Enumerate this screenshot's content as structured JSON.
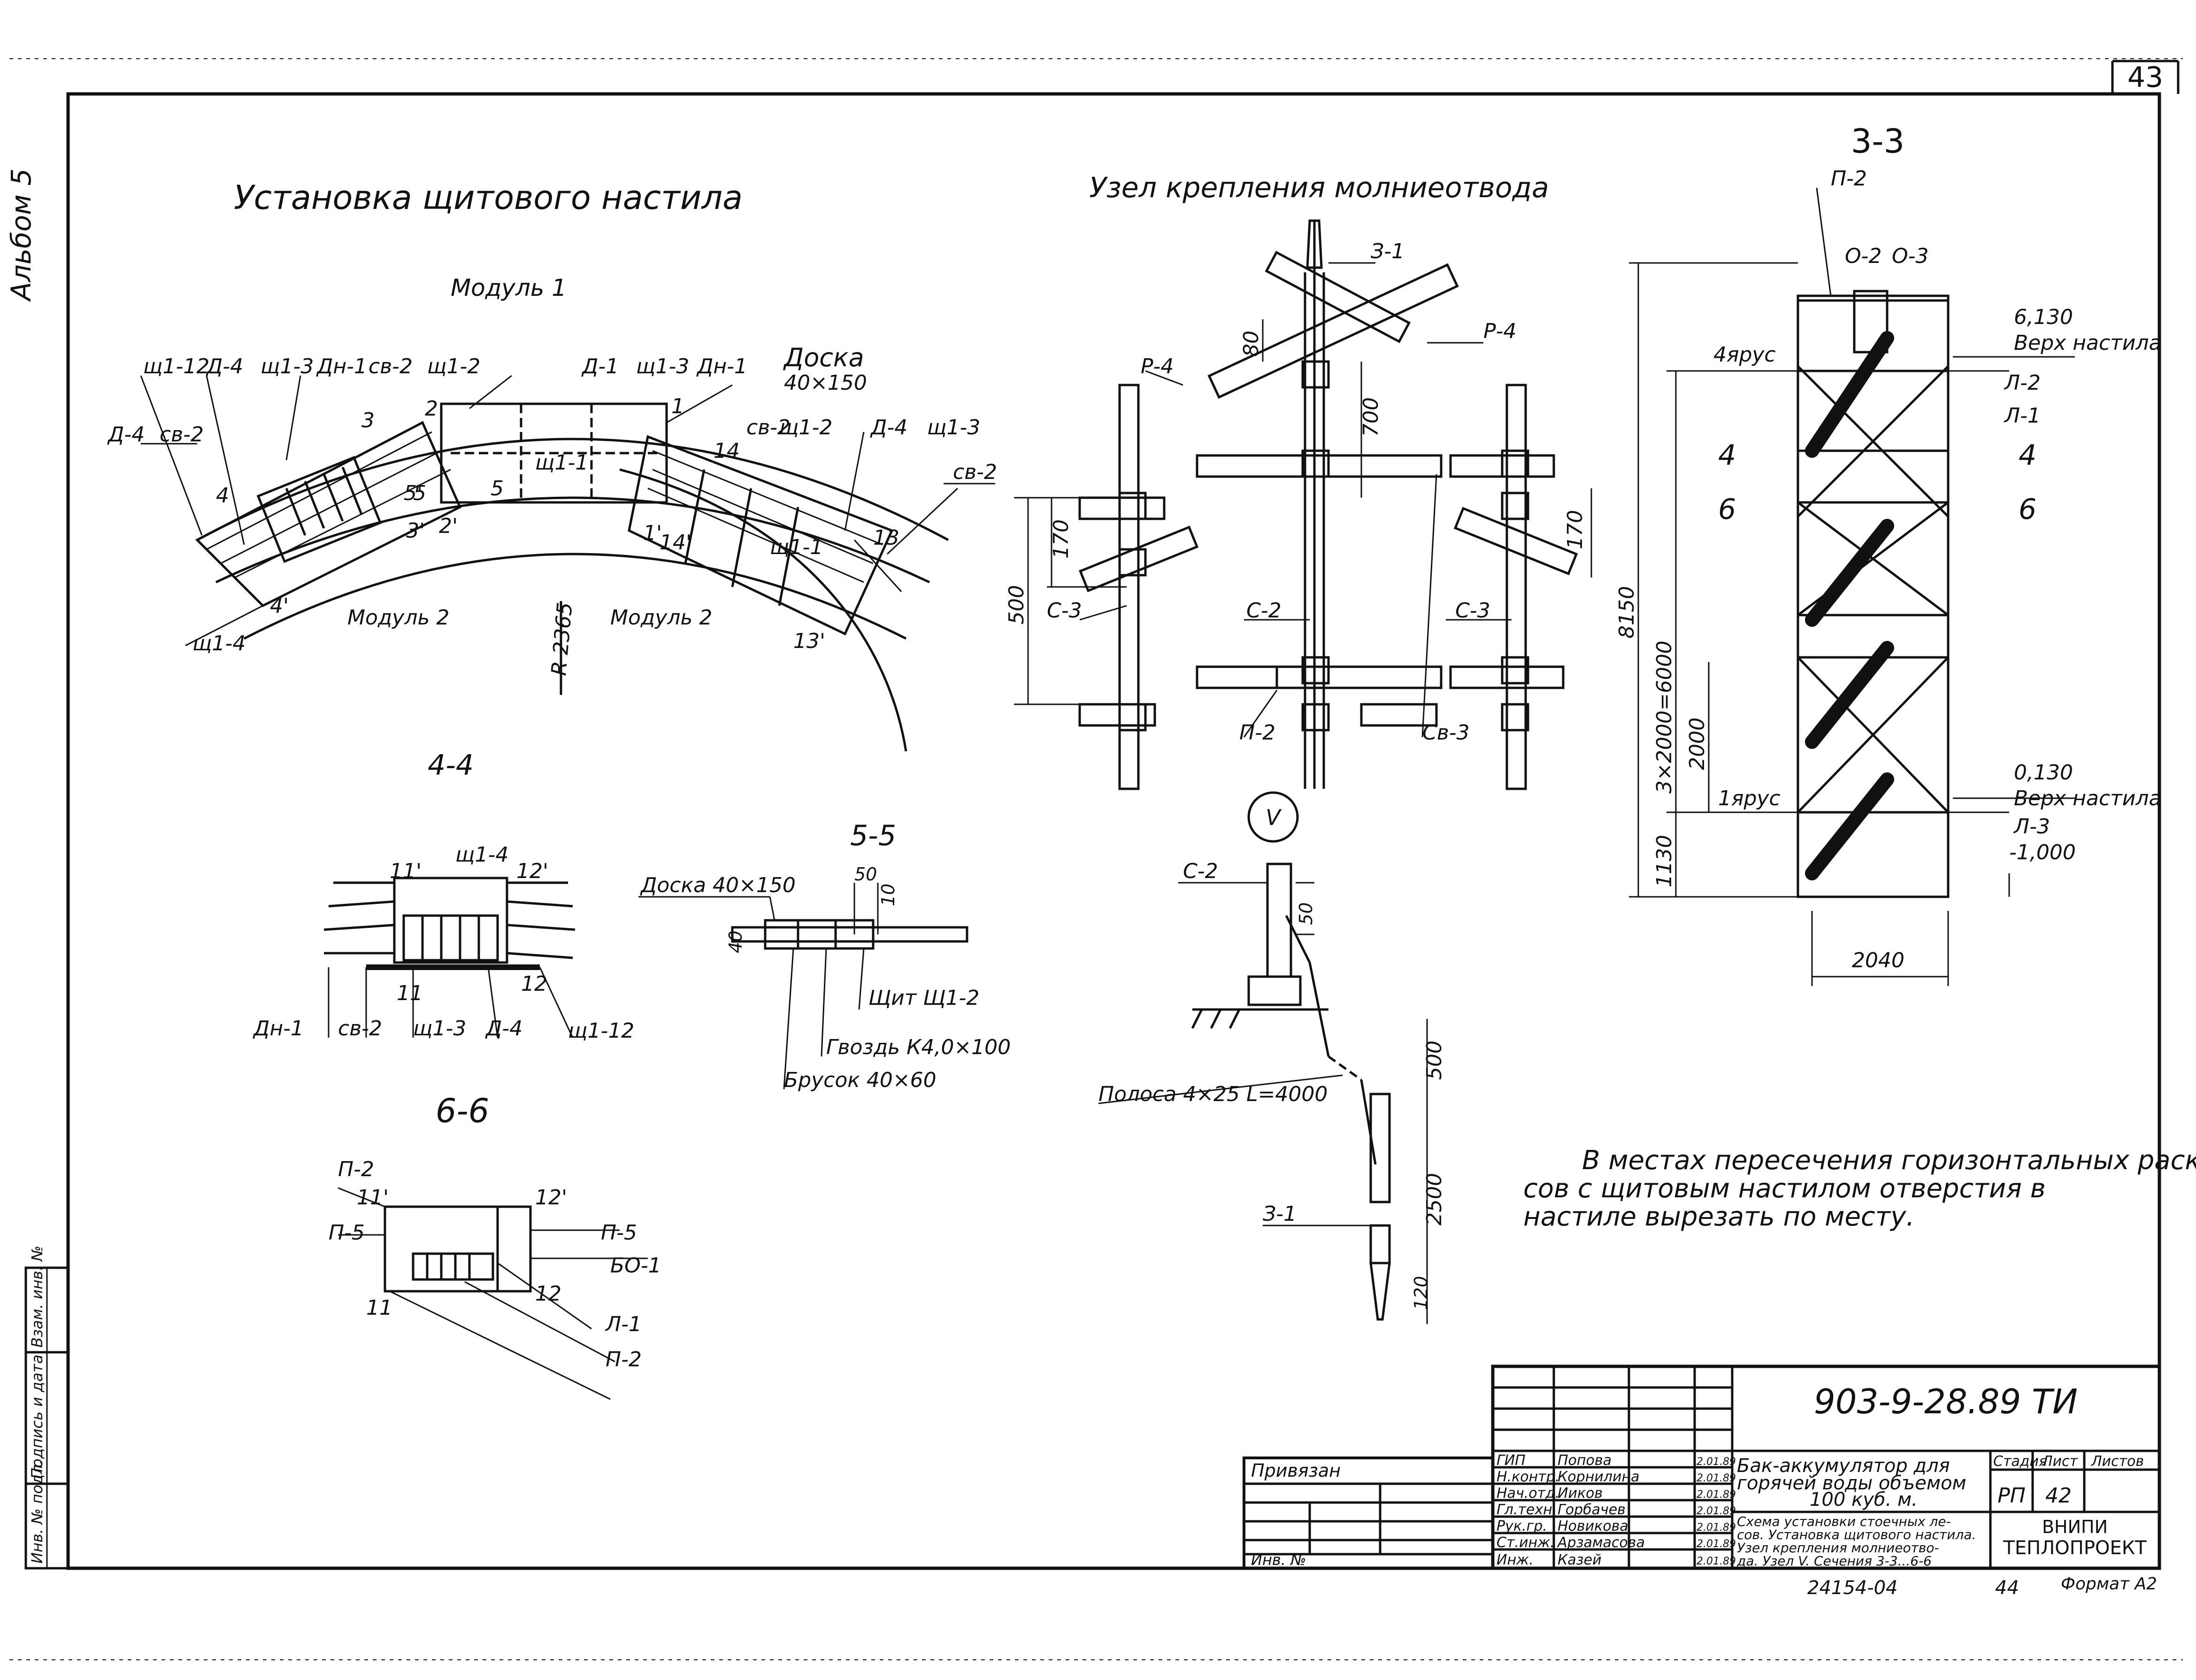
{
  "sheet": {
    "page_number": "43",
    "album": "Альбом 5",
    "doc_code": "903-9-28.89 ТИ",
    "inventory_number": "24154-04",
    "format_number": "44",
    "format": "Формат А2",
    "note": "В местах пересечения горизонтальных раскосов с щитовым настилом отверстия в настиле вырезать по месту.",
    "note_lines": [
      "В местах пересечения горизонтальных раско-",
      "сов с щитовым настилом отверстия в",
      "настиле вырезать по месту."
    ],
    "side_stamp": [
      "Инв. № подл.",
      "Подпись и дата",
      "Взам. инв. №"
    ]
  },
  "views": {
    "plan": {
      "title": "Установка щитового настила",
      "labels": {
        "module1": "Модуль 1",
        "module2a": "Модуль 2",
        "module2b": "Модуль 2",
        "doska": "Доска",
        "doska_size": "40×150",
        "radius": "R 2365",
        "sch1_12": "щ1-12",
        "d4a": "Д-4",
        "sch1_3a": "щ1-3",
        "dn1a": "Дн-1",
        "sv2a": "св-2",
        "sch1_2a": "щ1-2",
        "d1": "Д-1",
        "sch1_3b": "щ1-3",
        "dn1b": "Дн-1",
        "d4b": "Д-4",
        "sv2b": "св-2",
        "sch1_1a": "щ1-1",
        "sv2c": "св-2",
        "sch1_2b": "щ1-2",
        "d4c": "Д-4",
        "sch1_3c": "щ1-3",
        "sv2d": "св-2",
        "sch1_1b": "щ1-1",
        "sch1_4": "щ1-4",
        "n1": "1",
        "n2": "2",
        "n3": "3",
        "n4": "4",
        "n5": "5",
        "n5b": "5",
        "n13": "13",
        "n14": "14",
        "p1": "1'",
        "p2": "2'",
        "p3": "3'",
        "p4": "4'",
        "p5": "5'",
        "p13": "13'",
        "p14": "14'"
      }
    },
    "node": {
      "title": "Узел крепления молниеотвода",
      "labels": {
        "z1": "З-1",
        "r4a": "Р-4",
        "r4b": "Р-4",
        "s3a": "С-3",
        "s2": "С-2",
        "s3b": "С-3",
        "p2": "П-2",
        "sv3": "Св-3",
        "dim80": "80",
        "dim700": "700",
        "dim170a": "170",
        "dim170b": "170",
        "dim500": "500",
        "callout": "V"
      }
    },
    "section33": {
      "title": "3-3",
      "labels": {
        "p2": "П-2",
        "o2": "О-2",
        "o3": "О-3",
        "el_top": "6,130",
        "top_note": "Верх настила",
        "tier4": "4ярус",
        "l2": "Л-2",
        "l1": "Л-1",
        "cut4l": "4",
        "cut4r": "4",
        "cut6l": "6",
        "cut6r": "6",
        "dim8150": "8150",
        "dim6000": "3×2000=6000",
        "dim2000": "2000",
        "dim1130": "1130",
        "tier1": "1ярус",
        "el_bot": "0,130",
        "bot_note": "Верх настила",
        "l3": "Л-3",
        "el_ground": "-1,000",
        "dim2040": "2040"
      }
    },
    "section44": {
      "title": "4-4",
      "labels": {
        "sch1_4": "щ1-4",
        "n11p": "11'",
        "n12p": "12'",
        "n11": "11",
        "n12": "12",
        "dn1": "Дн-1",
        "sv2": "св-2",
        "sch1_3": "щ1-3",
        "d4": "Д-4",
        "sch1_12": "щ1-12"
      }
    },
    "section55": {
      "title": "5-5",
      "labels": {
        "doska": "Доска 40×150",
        "dim50": "50",
        "dim10": "10",
        "dim40": "40",
        "shield": "Щит Щ1-2",
        "nail": "Гвоздь К4,0×100",
        "bar": "Брусок 40×60"
      }
    },
    "section66": {
      "title": "6-6",
      "labels": {
        "p2a": "П-2",
        "n11p": "11'",
        "n12p": "12'",
        "p5a": "П-5",
        "p5b": "П-5",
        "bo1": "БО-1",
        "n11": "11",
        "n12": "12",
        "l1": "Л-1",
        "p2b": "П-2"
      }
    },
    "detailV": {
      "labels": {
        "s2": "С-2",
        "dim50": "50",
        "dim500": "500",
        "strip": "Полоса 4×25 L=4000",
        "dim2500": "2500",
        "z1": "З-1",
        "dim120": "120"
      }
    }
  },
  "title_block": {
    "code": "903-9-28.89 ТИ",
    "binding": "Привязан",
    "inv": "Инв. №",
    "roles": [
      {
        "role": "ГИП",
        "name": "Попова",
        "date": "2.01.89"
      },
      {
        "role": "Н.контр.",
        "name": "Корнилина",
        "date": "2.01.89"
      },
      {
        "role": "Нач.отд.",
        "name": "Ииков",
        "date": "2.01.89"
      },
      {
        "role": "Гл.техн.",
        "name": "Горбачев",
        "date": "2.01.89"
      },
      {
        "role": "Рук.гр.",
        "name": "Новикова",
        "date": "2.01.89"
      },
      {
        "role": "Ст.инж.",
        "name": "Арзамасова",
        "date": "2.01.89"
      },
      {
        "role": "Инж.",
        "name": "Казей",
        "date": "2.01.89"
      }
    ],
    "project_title": [
      "Бак-аккумулятор для",
      "горячей воды объемом",
      "100 куб. м."
    ],
    "sheet_title": [
      "Схема установки стоечных ле-",
      "сов. Установка щитового настила.",
      "Узел крепления молниеотво-",
      "да. Узел V. Сечения 3-3...6-6"
    ],
    "stage_label": "Стадия",
    "sheet_label": "Лист",
    "sheets_label": "Листов",
    "stage": "РП",
    "sheet": "42",
    "org": [
      "ВНИПИ",
      "ТЕПЛОПРОЕКТ"
    ]
  }
}
